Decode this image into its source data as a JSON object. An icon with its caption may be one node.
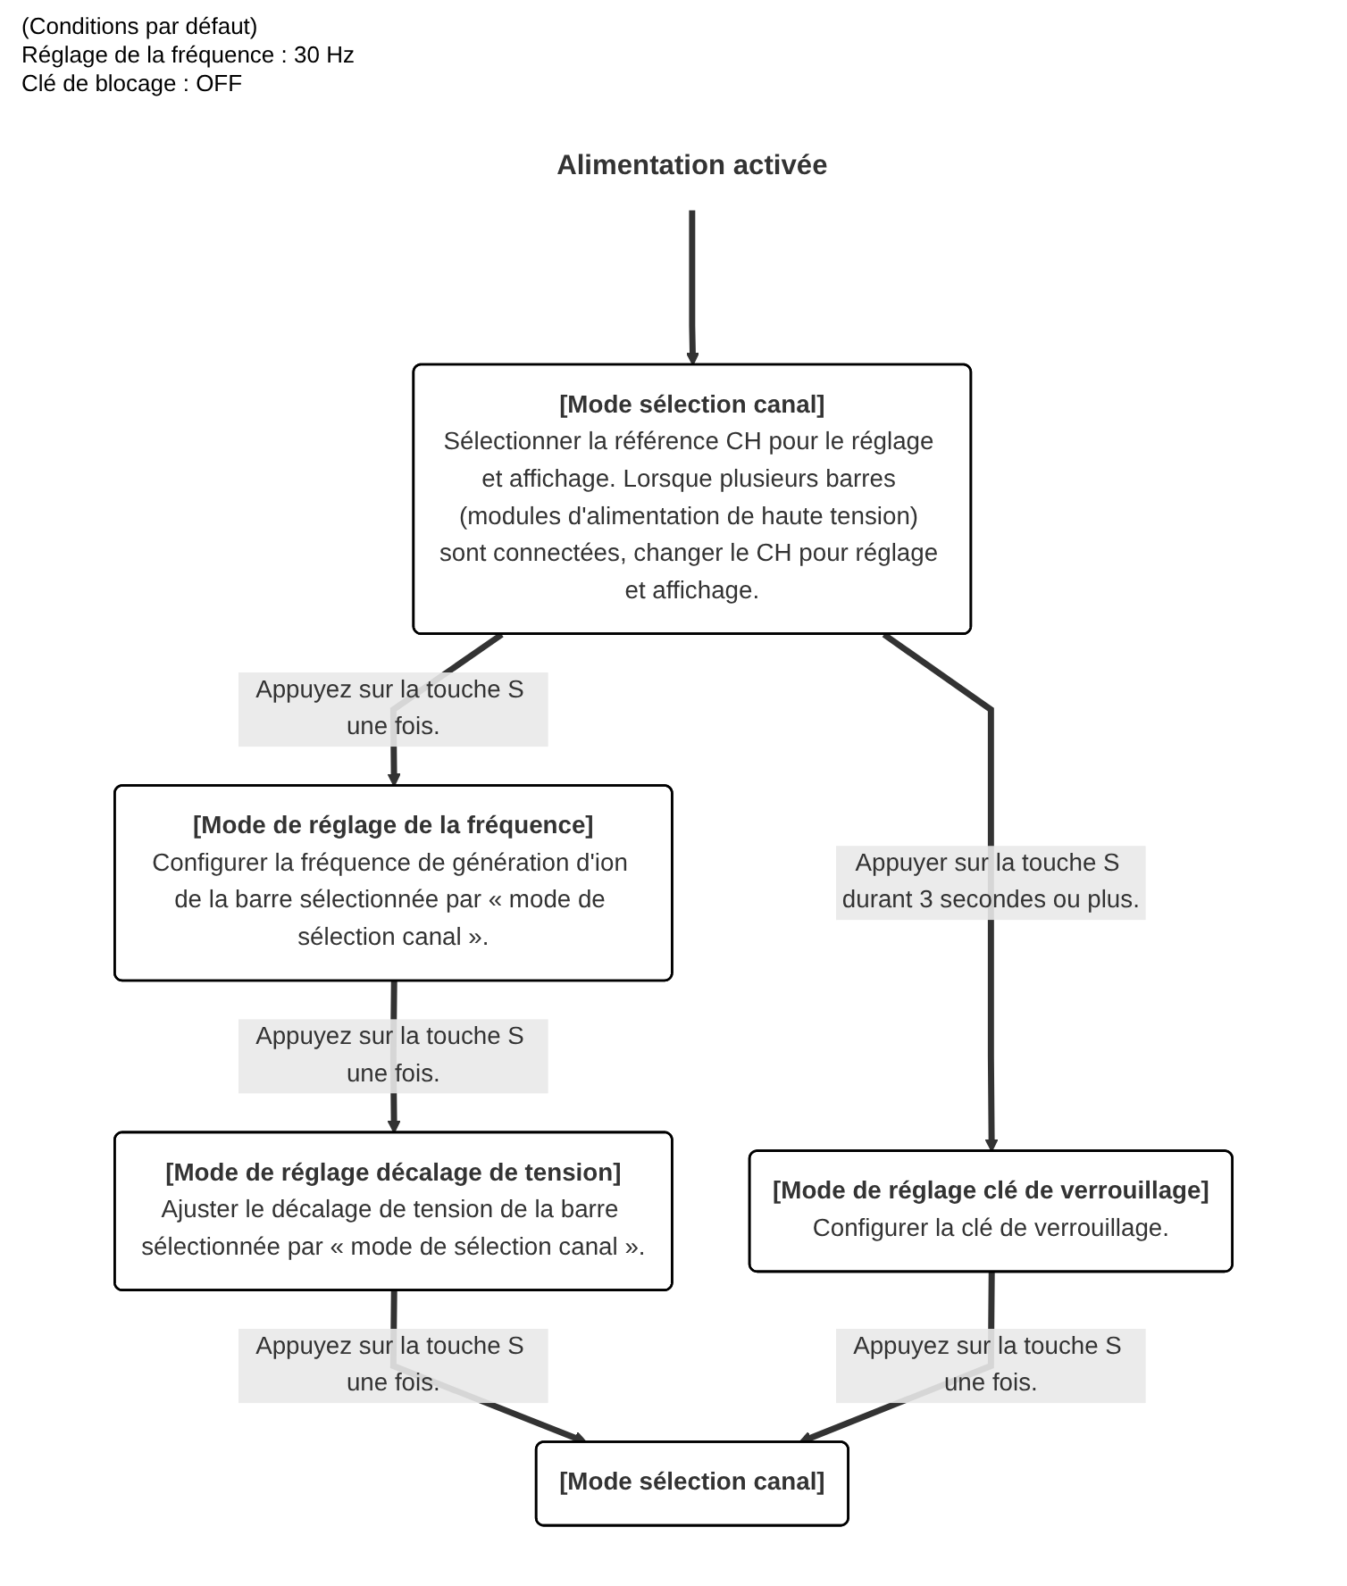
{
  "diagram": {
    "nodes": [
      {
        "text": [
          "Alimentation activée"
        ]
      },
      {
        "text": [
          "[Mode sélection canal]",
          "Sélectionner la référence CH pour le réglage et affichage. Lorsque plusieurs barres (modules d'alimentation de haute tension) sont connectées, changer le CH pour réglage et affichage."
        ]
      },
      {
        "text": [
          "[Mode de réglage de la fréquence]",
          "Configurer la fréquence de génération d'ion de la barre sélectionnée par « mode de sélection canal »."
        ]
      },
      {
        "text": [
          "[Mode de réglage clé de verrouillage]",
          "Configurer la clé de verrouillage."
        ]
      },
      {
        "text": [
          "[Mode de réglage décalage de tension]",
          "Ajuster le décalage de tension de la barre sélectionnée par « mode de sélection canal »."
        ]
      },
      {
        "text": [
          "[Mode sélection canal]"
        ]
      }
    ],
    "edges": [
      {
        "from": 0,
        "to": 1,
        "arrow": "to"
      },
      {
        "from": 1,
        "to": 2,
        "arrow": "to",
        "label": "Appuyez sur la touche S une fois."
      },
      {
        "from": 1,
        "to": 3,
        "arrow": "to",
        "label": "Appuyer sur la touche S durant 3 secondes ou plus."
      },
      {
        "from": 2,
        "to": 4,
        "arrow": "to",
        "label": "Appuyez sur la touche S une fois."
      },
      {
        "from": 4,
        "to": 5,
        "arrow": "to",
        "label": "Appuyez sur la touche S une fois."
      },
      {
        "from": 3,
        "to": 5,
        "arrow": "to",
        "label": "Appuyez sur la touche S une fois."
      }
    ],
    "labels": [
      "(Conditions par défaut)",
      "Réglage de la fréquence : 30 Hz",
      "Clé de blocage : OFF"
    ]
  }
}
